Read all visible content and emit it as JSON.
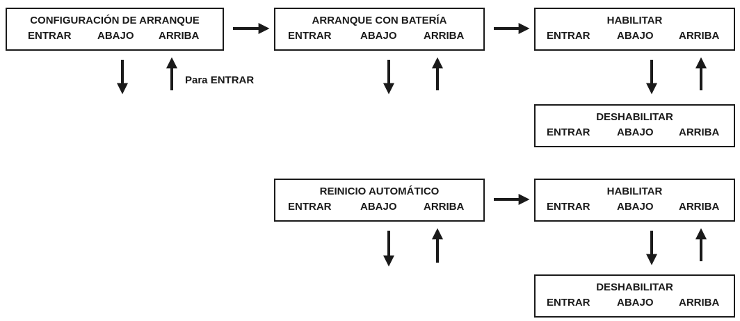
{
  "keys": {
    "enter": "ENTRAR",
    "down": "ABAJO",
    "up": "ARRIBA"
  },
  "boxes": {
    "startup_config": {
      "title": "CONFIGURACIÓN DE ARRANQUE"
    },
    "battery_start": {
      "title": "ARRANQUE CON BATERÍA"
    },
    "battery_enable": {
      "title": "HABILITAR"
    },
    "battery_disable": {
      "title": "DESHABILITAR"
    },
    "auto_restart": {
      "title": "REINICIO AUTOMÁTICO"
    },
    "restart_enable": {
      "title": "HABILITAR"
    },
    "restart_disable": {
      "title": "DESHABILITAR"
    }
  },
  "notes": {
    "to_enter": "Para ENTRAR"
  },
  "colors": {
    "line": "#1a1a1a",
    "background": "#ffffff"
  }
}
